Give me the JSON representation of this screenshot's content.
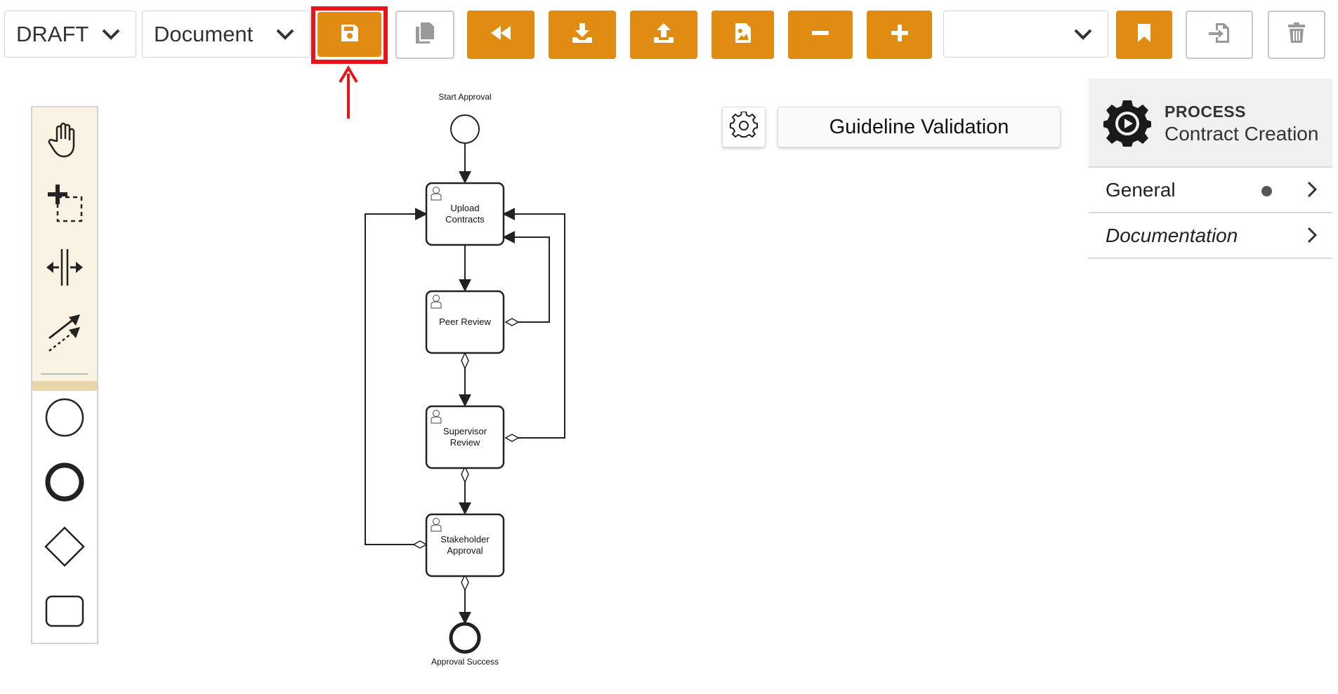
{
  "toolbar": {
    "status_value": "DRAFT",
    "view_value": "Document",
    "version_value": "",
    "buttons": [
      {
        "name": "save",
        "icon": "floppy-disk-icon",
        "style": "orange",
        "highlighted": true
      },
      {
        "name": "copy",
        "icon": "copy-icon",
        "style": "gray"
      },
      {
        "name": "rewind",
        "icon": "fast-backward-icon",
        "style": "orange"
      },
      {
        "name": "download",
        "icon": "download-icon",
        "style": "orange"
      },
      {
        "name": "upload",
        "icon": "upload-icon",
        "style": "orange"
      },
      {
        "name": "export-image",
        "icon": "image-file-icon",
        "style": "orange"
      },
      {
        "name": "zoom-out",
        "icon": "minus-icon",
        "style": "orange"
      },
      {
        "name": "zoom-in",
        "icon": "plus-icon",
        "style": "orange"
      },
      {
        "name": "bookmark",
        "icon": "bookmark-icon",
        "style": "orange"
      },
      {
        "name": "import",
        "icon": "file-import-icon",
        "style": "gray"
      },
      {
        "name": "delete",
        "icon": "trash-icon",
        "style": "gray"
      }
    ],
    "colors": {
      "accent": "#e08c12",
      "highlight": "#e8141c"
    }
  },
  "palette": {
    "tools": [
      "hand-tool-icon",
      "lasso-tool-icon",
      "space-tool-icon",
      "connect-tool-icon"
    ],
    "shapes": [
      "start-event-icon",
      "end-event-icon",
      "gateway-icon",
      "task-icon"
    ]
  },
  "diagram": {
    "start_label": "Start Approval",
    "end_label": "Approval Success",
    "tasks": [
      {
        "line1": "Upload",
        "line2": "Contracts"
      },
      {
        "line1": "Peer Review",
        "line2": ""
      },
      {
        "line1": "Supervisor",
        "line2": "Review"
      },
      {
        "line1": "Stakeholder",
        "line2": "Approval"
      }
    ]
  },
  "guideline": {
    "label": "Guideline Validation"
  },
  "properties": {
    "type": "PROCESS",
    "name": "Contract Creation",
    "sections": [
      {
        "label": "General",
        "italic": false,
        "has_dot": true
      },
      {
        "label": "Documentation",
        "italic": true,
        "has_dot": false
      }
    ]
  }
}
